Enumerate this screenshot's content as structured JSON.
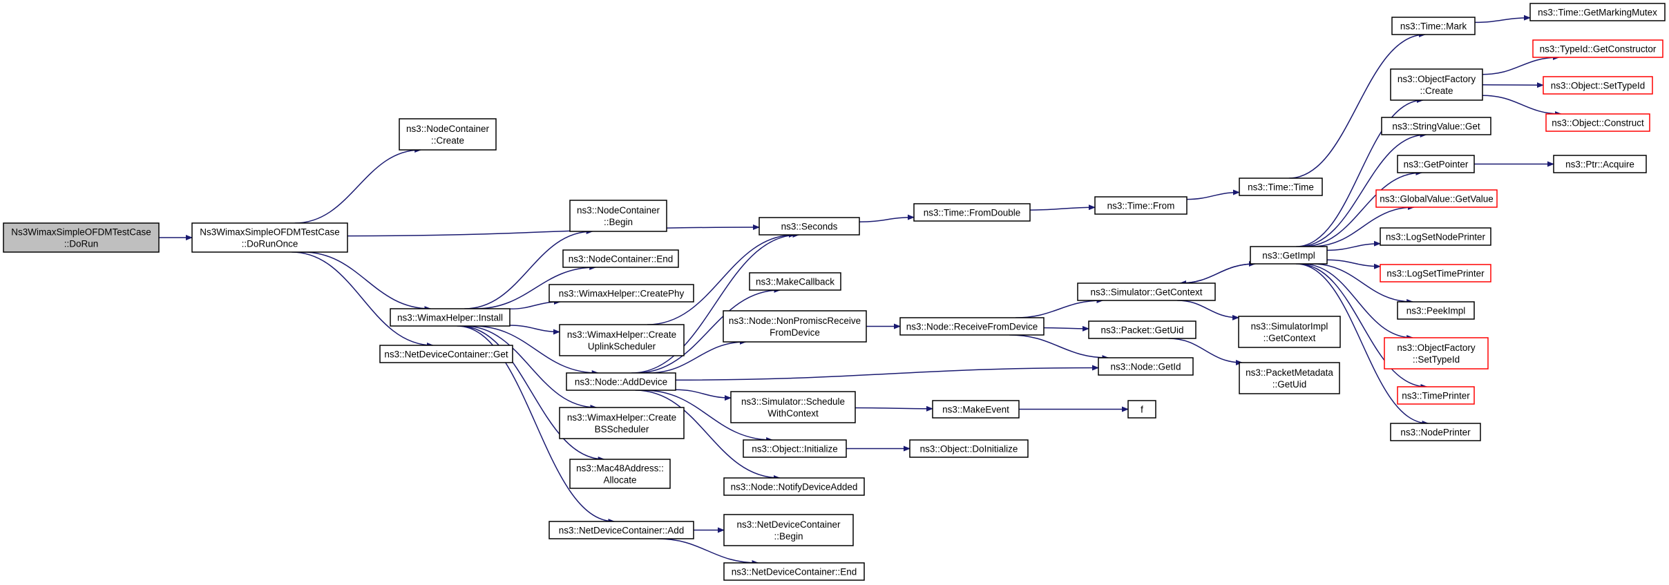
{
  "colors": {
    "edge": "#191970",
    "border": "#000000",
    "border_incomplete": "#ff0000",
    "root_fill": "#bfbfbf",
    "node_fill": "#ffffff"
  },
  "nodes": [
    {
      "id": "root",
      "lines": [
        "Ns3WimaxSimpleOFDMTestCase",
        "::DoRun"
      ],
      "root": true
    },
    {
      "id": "doRunOnce",
      "lines": [
        "Ns3WimaxSimpleOFDMTestCase",
        "::DoRunOnce"
      ]
    },
    {
      "id": "ncCreate",
      "lines": [
        "ns3::NodeContainer",
        "::Create"
      ]
    },
    {
      "id": "install",
      "lines": [
        "ns3::WimaxHelper::Install"
      ]
    },
    {
      "id": "ndcGet",
      "lines": [
        "ns3::NetDeviceContainer::Get"
      ]
    },
    {
      "id": "ncBegin",
      "lines": [
        "ns3::NodeContainer",
        "::Begin"
      ]
    },
    {
      "id": "ncEnd",
      "lines": [
        "ns3::NodeContainer::End"
      ]
    },
    {
      "id": "createPhy",
      "lines": [
        "ns3::WimaxHelper::CreatePhy"
      ]
    },
    {
      "id": "createUplink",
      "lines": [
        "ns3::WimaxHelper::Create",
        "UplinkScheduler"
      ]
    },
    {
      "id": "addDevice",
      "lines": [
        "ns3::Node::AddDevice"
      ]
    },
    {
      "id": "createBS",
      "lines": [
        "ns3::WimaxHelper::Create",
        "BSScheduler"
      ]
    },
    {
      "id": "macAllocate",
      "lines": [
        "ns3::Mac48Address::",
        "Allocate"
      ]
    },
    {
      "id": "ndcAdd",
      "lines": [
        "ns3::NetDeviceContainer::Add"
      ]
    },
    {
      "id": "seconds",
      "lines": [
        "ns3::Seconds"
      ]
    },
    {
      "id": "makeCallback",
      "lines": [
        "ns3::MakeCallback"
      ]
    },
    {
      "id": "nonPromisc",
      "lines": [
        "ns3::Node::NonPromiscReceive",
        "FromDevice"
      ]
    },
    {
      "id": "schedCtx",
      "lines": [
        "ns3::Simulator::Schedule",
        "WithContext"
      ]
    },
    {
      "id": "objInit",
      "lines": [
        "ns3::Object::Initialize"
      ]
    },
    {
      "id": "notifyAdded",
      "lines": [
        "ns3::Node::NotifyDeviceAdded"
      ]
    },
    {
      "id": "ndcBegin",
      "lines": [
        "ns3::NetDeviceContainer",
        "::Begin"
      ]
    },
    {
      "id": "ndcEnd",
      "lines": [
        "ns3::NetDeviceContainer::End"
      ]
    },
    {
      "id": "fromDouble",
      "lines": [
        "ns3::Time::FromDouble"
      ]
    },
    {
      "id": "receiveFrom",
      "lines": [
        "ns3::Node::ReceiveFromDevice"
      ]
    },
    {
      "id": "makeEvent",
      "lines": [
        "ns3::MakeEvent"
      ]
    },
    {
      "id": "doInit",
      "lines": [
        "ns3::Object::DoInitialize"
      ]
    },
    {
      "id": "timeFrom",
      "lines": [
        "ns3::Time::From"
      ]
    },
    {
      "id": "getContext",
      "lines": [
        "ns3::Simulator::GetContext"
      ]
    },
    {
      "id": "getUid",
      "lines": [
        "ns3::Packet::GetUid"
      ]
    },
    {
      "id": "getId",
      "lines": [
        "ns3::Node::GetId"
      ]
    },
    {
      "id": "f",
      "lines": [
        "f"
      ]
    },
    {
      "id": "timeTime",
      "lines": [
        "ns3::Time::Time"
      ]
    },
    {
      "id": "getImpl",
      "lines": [
        "ns3::GetImpl"
      ]
    },
    {
      "id": "simImplCtx",
      "lines": [
        "ns3::SimulatorImpl",
        "::GetContext"
      ]
    },
    {
      "id": "pmGetUid",
      "lines": [
        "ns3::PacketMetadata",
        "::GetUid"
      ]
    },
    {
      "id": "timeMark",
      "lines": [
        "ns3::Time::Mark"
      ]
    },
    {
      "id": "ofCreate",
      "lines": [
        "ns3::ObjectFactory",
        "::Create"
      ]
    },
    {
      "id": "svGet",
      "lines": [
        "ns3::StringValue::Get"
      ]
    },
    {
      "id": "getPointer",
      "lines": [
        "ns3::GetPointer"
      ]
    },
    {
      "id": "gvGetValue",
      "lines": [
        "ns3::GlobalValue::GetValue"
      ],
      "incomplete": true
    },
    {
      "id": "logNode",
      "lines": [
        "ns3::LogSetNodePrinter"
      ]
    },
    {
      "id": "logTime",
      "lines": [
        "ns3::LogSetTimePrinter"
      ],
      "incomplete": true
    },
    {
      "id": "peekImpl",
      "lines": [
        "ns3::PeekImpl"
      ]
    },
    {
      "id": "ofSetTypeId",
      "lines": [
        "ns3::ObjectFactory",
        "::SetTypeId"
      ],
      "incomplete": true
    },
    {
      "id": "timePrinter",
      "lines": [
        "ns3::TimePrinter"
      ],
      "incomplete": true
    },
    {
      "id": "nodePrinter",
      "lines": [
        "ns3::NodePrinter"
      ]
    },
    {
      "id": "getMarkingMutex",
      "lines": [
        "ns3::Time::GetMarkingMutex"
      ]
    },
    {
      "id": "getConstructor",
      "lines": [
        "ns3::TypeId::GetConstructor"
      ],
      "incomplete": true
    },
    {
      "id": "objSetTypeId",
      "lines": [
        "ns3::Object::SetTypeId"
      ],
      "incomplete": true
    },
    {
      "id": "objConstruct",
      "lines": [
        "ns3::Object::Construct"
      ],
      "incomplete": true
    },
    {
      "id": "ptrAcquire",
      "lines": [
        "ns3::Ptr::Acquire"
      ]
    }
  ],
  "edges": [
    [
      "root",
      "doRunOnce"
    ],
    [
      "doRunOnce",
      "ncCreate"
    ],
    [
      "doRunOnce",
      "seconds"
    ],
    [
      "doRunOnce",
      "install"
    ],
    [
      "doRunOnce",
      "ndcGet"
    ],
    [
      "install",
      "ncBegin"
    ],
    [
      "install",
      "ncEnd"
    ],
    [
      "install",
      "createPhy"
    ],
    [
      "install",
      "createUplink"
    ],
    [
      "install",
      "addDevice"
    ],
    [
      "install",
      "createBS"
    ],
    [
      "install",
      "macAllocate"
    ],
    [
      "install",
      "ndcAdd"
    ],
    [
      "createUplink",
      "seconds"
    ],
    [
      "addDevice",
      "seconds"
    ],
    [
      "addDevice",
      "makeCallback"
    ],
    [
      "addDevice",
      "nonPromisc"
    ],
    [
      "addDevice",
      "getId"
    ],
    [
      "addDevice",
      "schedCtx"
    ],
    [
      "addDevice",
      "objInit"
    ],
    [
      "addDevice",
      "notifyAdded"
    ],
    [
      "ndcAdd",
      "ndcBegin"
    ],
    [
      "ndcAdd",
      "ndcEnd"
    ],
    [
      "seconds",
      "fromDouble"
    ],
    [
      "fromDouble",
      "timeFrom"
    ],
    [
      "timeFrom",
      "timeTime"
    ],
    [
      "timeTime",
      "timeMark"
    ],
    [
      "timeMark",
      "getMarkingMutex"
    ],
    [
      "nonPromisc",
      "receiveFrom"
    ],
    [
      "receiveFrom",
      "getContext"
    ],
    [
      "receiveFrom",
      "getUid"
    ],
    [
      "receiveFrom",
      "getId"
    ],
    [
      "schedCtx",
      "makeEvent"
    ],
    [
      "makeEvent",
      "f"
    ],
    [
      "objInit",
      "doInit"
    ],
    [
      "getContext",
      "getImpl"
    ],
    [
      "getContext",
      "simImplCtx"
    ],
    [
      "getUid",
      "pmGetUid"
    ],
    [
      "getImpl",
      "getContext"
    ],
    [
      "getImpl",
      "ofCreate"
    ],
    [
      "getImpl",
      "svGet"
    ],
    [
      "getImpl",
      "getPointer"
    ],
    [
      "getImpl",
      "gvGetValue"
    ],
    [
      "getImpl",
      "logNode"
    ],
    [
      "getImpl",
      "logTime"
    ],
    [
      "getImpl",
      "peekImpl"
    ],
    [
      "getImpl",
      "ofSetTypeId"
    ],
    [
      "getImpl",
      "timePrinter"
    ],
    [
      "getImpl",
      "nodePrinter"
    ],
    [
      "ofCreate",
      "getConstructor"
    ],
    [
      "ofCreate",
      "objSetTypeId"
    ],
    [
      "ofCreate",
      "objConstruct"
    ],
    [
      "getPointer",
      "ptrAcquire"
    ]
  ]
}
